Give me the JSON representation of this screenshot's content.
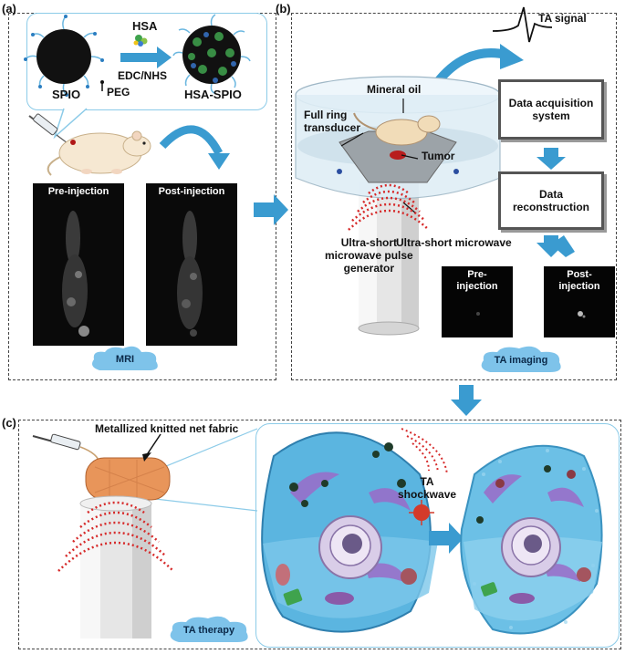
{
  "panel_a": {
    "label": "(a)",
    "hsa": "HSA",
    "edc_nhs": "EDC/NHS",
    "spio": "SPIO",
    "peg": "PEG",
    "hsa_spio": "HSA-SPIO",
    "pre_injection": "Pre-injection",
    "post_injection": "Post-injection",
    "cloud": "MRI"
  },
  "panel_b": {
    "label": "(b)",
    "ta_signal": "TA signal",
    "mineral_oil": "Mineral oil",
    "full_ring_1": "Full ring",
    "full_ring_2": "transducer",
    "tumor": "Tumor",
    "ultra_short_microwave": "Ultra-short microwave",
    "generator_1": "Ultra-short",
    "generator_2": "microwave pulse",
    "generator_3": "generator",
    "daq_1": "Data acquisition",
    "daq_2": "system",
    "recon_1": "Data",
    "recon_2": "reconstruction",
    "pre_1": "Pre-",
    "pre_2": "injection",
    "post_1": "Post-",
    "post_2": "injection",
    "cloud": "TA imaging"
  },
  "panel_c": {
    "label": "(c)",
    "fabric": "Metallized knitted net fabric",
    "shock_1": "TA",
    "shock_2": "shockwave",
    "cloud": "TA therapy"
  },
  "colors": {
    "arrow": "#3a9bd0",
    "cloud": "#7ec3ea",
    "wave": "#d62a2a",
    "cell": "#5bb5e0",
    "organelle": "#9b6bc8"
  }
}
